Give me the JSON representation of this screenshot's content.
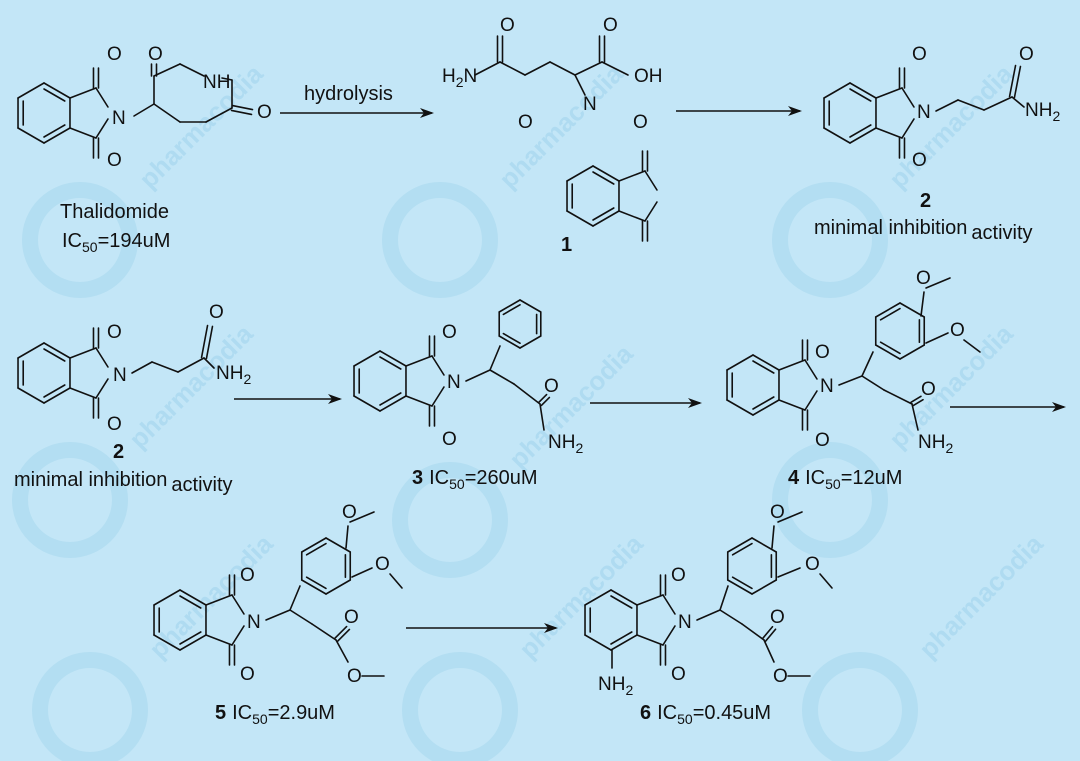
{
  "watermark": {
    "text": "pharmacodia"
  },
  "reaction_1": {
    "label": "hydrolysis"
  },
  "compounds": {
    "thalidomide": {
      "name": "Thalidomide",
      "ic50_prefix": "IC",
      "ic50_sub": "50",
      "ic50_value": "=194uM"
    },
    "c1": {
      "number": "1"
    },
    "c2_top": {
      "number": "2",
      "note_main": "minimal inhibition",
      "note_tail": "activity"
    },
    "c2_row2": {
      "number": "2",
      "note_main": "minimal inhibition",
      "note_tail": "activity"
    },
    "c3": {
      "number": "3",
      "ic50_prefix": "IC",
      "ic50_sub": "50",
      "ic50_value": "=260uM"
    },
    "c4": {
      "number": "4",
      "ic50_prefix": "IC",
      "ic50_sub": "50",
      "ic50_value": "=12uM"
    },
    "c5": {
      "number": "5",
      "ic50_prefix": "IC",
      "ic50_sub": "50",
      "ic50_value": "=2.9uM"
    },
    "c6": {
      "number": "6",
      "ic50_prefix": "IC",
      "ic50_sub": "50",
      "ic50_value": "=0.45uM"
    }
  },
  "atoms": {
    "O": "O",
    "N": "N",
    "NH": "NH",
    "OH": "OH",
    "H": "H",
    "NH_N": "N",
    "NH_H": "H",
    "sub2": "2"
  }
}
